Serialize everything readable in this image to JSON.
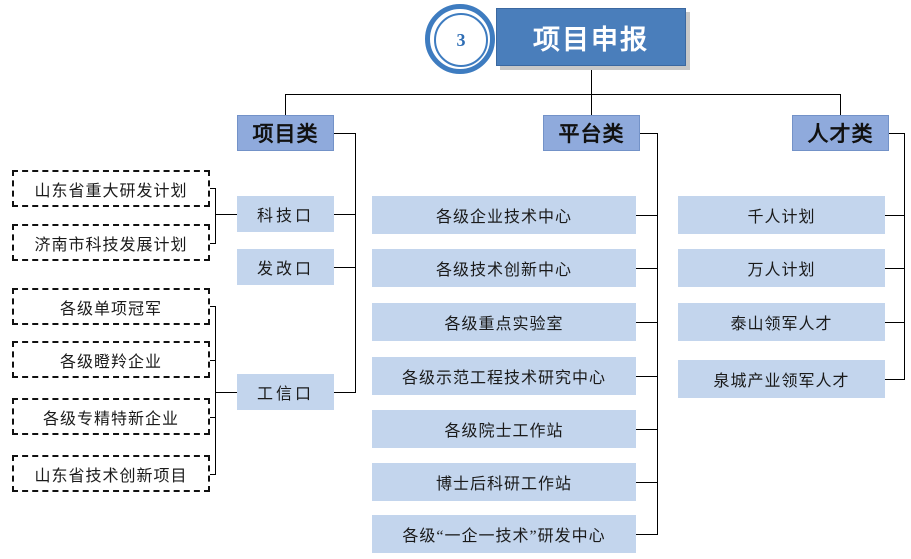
{
  "diagram": {
    "badge": {
      "number": "3",
      "name": "step-badge"
    },
    "root": {
      "label": "项目申报"
    },
    "colors": {
      "root_fill": "#4A7EBB",
      "root_text": "#FFFFFF",
      "category_fill": "#8FAADC",
      "leaf_fill": "#C3D5ED",
      "dashed_border": "#111111",
      "line": "#000000",
      "badge_ring": "#3E7CC0"
    },
    "categories": [
      {
        "label": "项目类",
        "branches": [
          {
            "label": "科技口",
            "details": [
              "山东省重大研发计划",
              "济南市科技发展计划"
            ]
          },
          {
            "label": "发改口",
            "details": []
          },
          {
            "label": "工信口",
            "details": [
              "各级单项冠军",
              "各级瞪羚企业",
              "各级专精特新企业",
              "山东省技术创新项目"
            ]
          }
        ]
      },
      {
        "label": "平台类",
        "items": [
          "各级企业技术中心",
          "各级技术创新中心",
          "各级重点实验室",
          "各级示范工程技术研究中心",
          "各级院士工作站",
          "博士后科研工作站",
          "各级“一企一技术”研发中心"
        ]
      },
      {
        "label": "人才类",
        "items": [
          "千人计划",
          "万人计划",
          "泰山领军人才",
          "泉城产业领军人才"
        ]
      }
    ]
  }
}
